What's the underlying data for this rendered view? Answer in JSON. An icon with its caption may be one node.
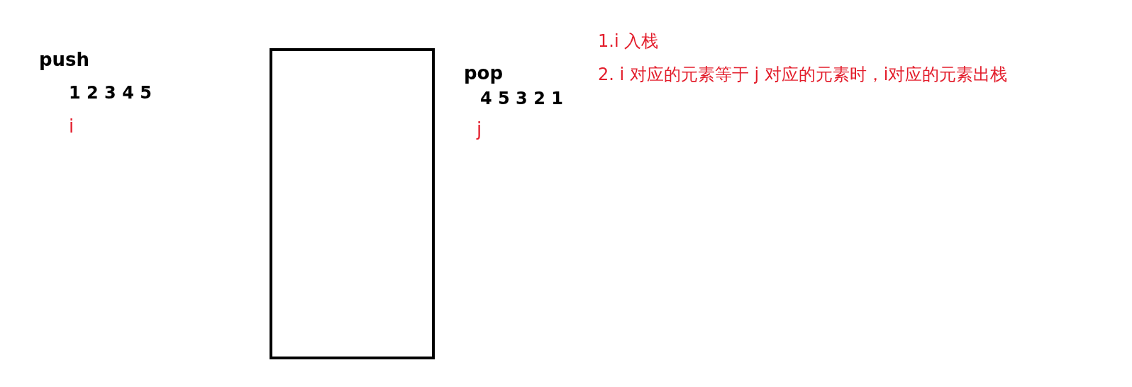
{
  "diagram": {
    "nodes": [
      {
        "text": [],
        "shape": "box"
      }
    ],
    "edges": [],
    "labels": [
      "push",
      "1 2 3 4 5",
      "i",
      "pop",
      "4 5 3 2 1",
      "j",
      "1.i 入栈",
      "2. i 对应的元素等于 j 对应的元素时，i对应的元素出栈"
    ]
  }
}
